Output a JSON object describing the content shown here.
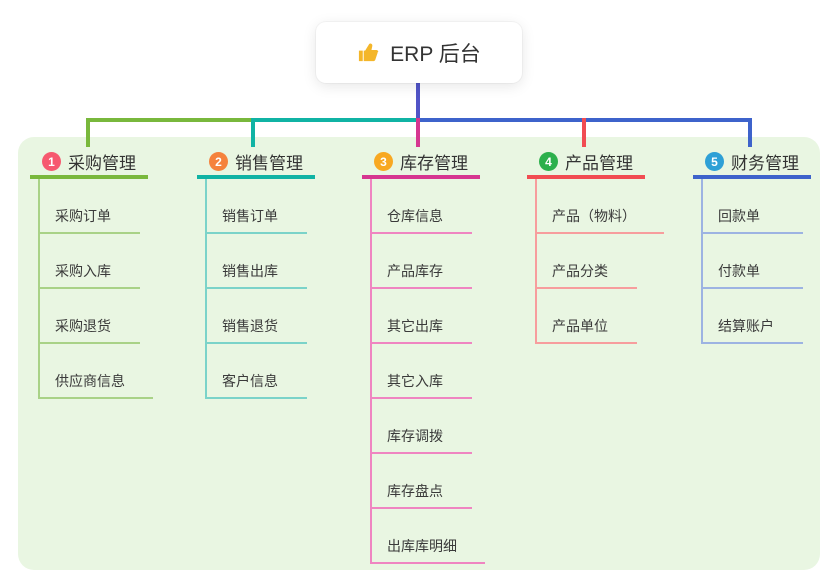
{
  "root": {
    "label": "ERP 后台",
    "icon": "thumbs-up",
    "icon_color": "#f4b62a"
  },
  "connectors": {
    "stem_color": "#5154c7"
  },
  "panel": {
    "background_color": "#e9f6e2"
  },
  "branches": [
    {
      "number": "1",
      "label": "采购管理",
      "badge_color": "#f6596f",
      "line_color": "#79b83c",
      "item_line_color": "#a9d287",
      "items": [
        "采购订单",
        "采购入库",
        "采购退货",
        "供应商信息"
      ]
    },
    {
      "number": "2",
      "label": "销售管理",
      "badge_color": "#f5823c",
      "line_color": "#10b3a4",
      "item_line_color": "#7bd3c9",
      "items": [
        "销售订单",
        "销售出库",
        "销售退货",
        "客户信息"
      ]
    },
    {
      "number": "3",
      "label": "库存管理",
      "badge_color": "#f8a821",
      "line_color": "#d63690",
      "item_line_color": "#ef85c1",
      "items": [
        "仓库信息",
        "产品库存",
        "其它出库",
        "其它入库",
        "库存调拨",
        "库存盘点",
        "出库库明细"
      ]
    },
    {
      "number": "4",
      "label": "产品管理",
      "badge_color": "#2cb04c",
      "line_color": "#f14c52",
      "item_line_color": "#f79d9d",
      "items": [
        "产品（物料）",
        "产品分类",
        "产品单位"
      ]
    },
    {
      "number": "5",
      "label": "财务管理",
      "badge_color": "#2ea0d6",
      "line_color": "#3e63cb",
      "item_line_color": "#9db3e2",
      "items": [
        "回款单",
        "付款单",
        "结算账户"
      ]
    }
  ]
}
